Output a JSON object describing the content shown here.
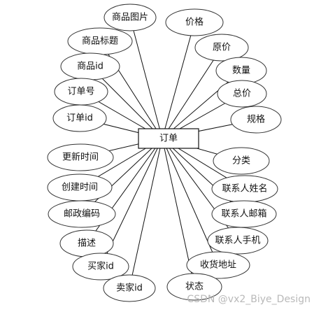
{
  "entity": {
    "label": "订单"
  },
  "attributes": [
    "商品图片",
    "价格",
    "商品标题",
    "原价",
    "商品id",
    "数量",
    "订单号",
    "总价",
    "订单id",
    "规格",
    "更新时间",
    "分类",
    "创建时间",
    "联系人姓名",
    "邮政编码",
    "联系人邮箱",
    "描述",
    "联系人手机",
    "买家id",
    "收货地址",
    "卖家id",
    "状态"
  ],
  "watermark": "CSDN @vx2_Biye_Design"
}
